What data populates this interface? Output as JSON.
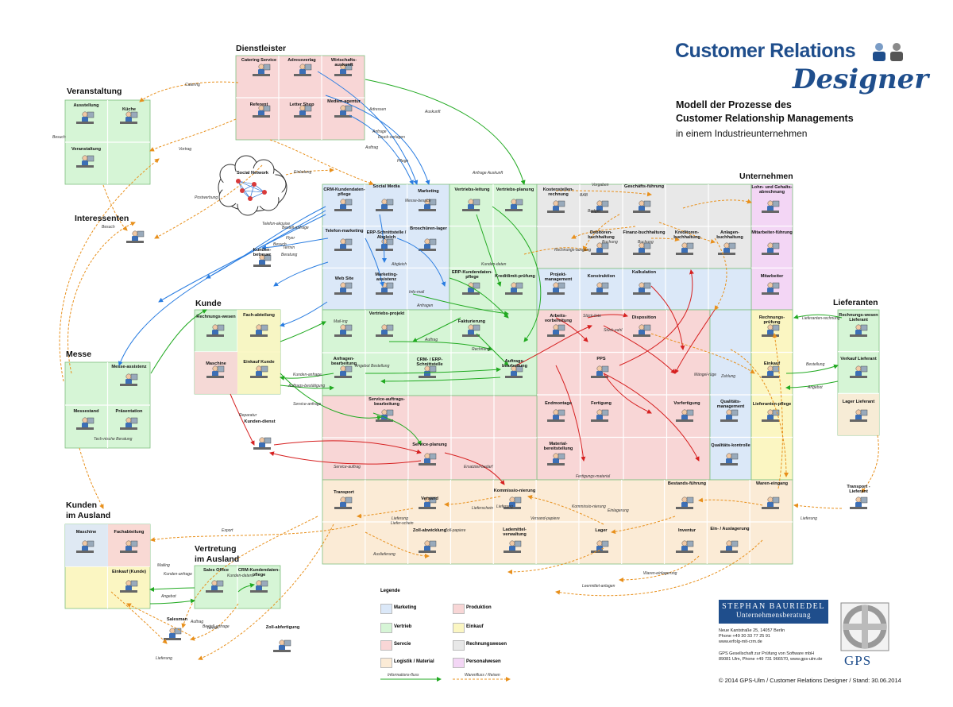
{
  "brand": {
    "line1": "Customer Relations",
    "line2": "Designer",
    "title_line1": "Modell der Prozesse des",
    "title_line2": "Customer Relationship Managements",
    "subtitle": "in einem Industrieunternehmen"
  },
  "groups": {
    "dienstleister": "Dienstleister",
    "veranstaltung": "Veranstaltung",
    "interessenten": "Interessenten",
    "kunde": "Kunde",
    "messe": "Messe",
    "kunden_ausland_1": "Kunden",
    "kunden_ausland_2": "im Ausland",
    "vertretung_1": "Vertretung",
    "vertretung_2": "im Ausland",
    "unternehmen": "Unternehmen",
    "lieferanten": "Lieferanten"
  },
  "cells": {
    "catering": "Catering Service",
    "adressverlag": "Adressverlag",
    "wirtschaftsauskunft": "Wirtschafts-auskunft",
    "referent": "Referent",
    "lettershop": "Letter Shop",
    "medienagentur": "Medien-agentur",
    "ausstellung": "Ausstellung",
    "kueche": "Küche",
    "veranstaltung_cell": "Veranstaltung",
    "social_network": "Social Network",
    "crm_pflege": "CRM-Kundendaten-pflege",
    "social_media": "Social Media",
    "marketing": "Marketing",
    "erp_schnitt": "ERP-Schnittstelle / Abgleich",
    "broschuerenlager": "Broschüren-lager",
    "telefonmarketing": "Telefon-marketing",
    "kundenbetreuer": "Kunden-betreuer",
    "web_site": "Web Site",
    "marketingassistenz": "Marketing-assistenz",
    "vertriebsleitung": "Vertriebs-leitung",
    "vertriebsplanung": "Vertriebs-planung",
    "erp_kundendaten": "ERP-Kundendaten-pflege",
    "kreditlimit": "Kreditlimit-prüfung",
    "kostenstellen": "Kostenstellen-rechnung",
    "geschaeftsfuehrung": "Geschäfts-führung",
    "lohn": "Lohn- und Gehalts-abrechnung",
    "debitoren": "Debitoren-buchhaltung",
    "finanzbuchhaltung": "Finanz-buchhaltung",
    "kreditoren": "Kreditoren-buchhaltung",
    "anlagen": "Anlagen-buchhaltung",
    "mitarbeiterfuehrung": "Mitarbeiter-führung",
    "projektmanagement": "Projekt-management",
    "konstruktion": "Konstruktion",
    "kalkulation": "Kalkulation",
    "mitarbeiter": "Mitarbeiter",
    "rechnungswesen_k": "Rechnungs-wesen",
    "fachabteilung": "Fach-abteilung",
    "maschine_k": "Maschine",
    "einkauf_kunde": "Einkauf Kunde",
    "vertriebsprojekt": "Vertriebs-projekt",
    "fakturierung": "Fakturierung",
    "anfragenbearbeitung": "Anfragen-bearbeitung",
    "crm_erp": "CRM- / ERP-Schnittstelle",
    "auftragsbearbeitung": "Auftrags-bearbeitung",
    "arbeitsvorbereitung": "Arbeits-vorbereitung",
    "disposition": "Disposition",
    "pps": "PPS",
    "endmontage": "Endmontage",
    "fertigung": "Fertigung",
    "vorfertigung": "Vorfertigung",
    "materialbereitstellung": "Material-bereitstellung",
    "qualitaetsmanagement": "Qualitäts-management",
    "qualitaetskontrolle": "Qualitäts-kontrolle",
    "rechnungspruefung": "Rechnungs-prüfung",
    "einkauf": "Einkauf",
    "lieferantenpflege": "Lieferanten-pflege",
    "rechnungswesen_lief": "Rechnungs-wesen Lieferant",
    "verkauf_lieferant": "Verkauf Lieferant",
    "lager_lieferant": "Lager Lieferant",
    "messeassistenz": "Messe-assistenz",
    "messestand": "Messestand",
    "praesentation": "Präsentation",
    "serviceauftrag": "Service-auftrags-bearbeitung",
    "serviceplanung": "Service-planung",
    "kundendienst": "Kunden-dienst",
    "transport": "Transport",
    "versand": "Versand",
    "kommissionierung": "Kommissio-nierung",
    "bestandsfuehrung": "Bestands-führung",
    "wareneingang": "Waren-eingang",
    "zollabwicklung": "Zoll-abwicklung",
    "lademittel": "Lademittel-verwaltung",
    "lager": "Lager",
    "inventur": "Inventur",
    "ein_auslagerung": "Ein- / Auslagerung",
    "transport_lieferant": "Transport - Lieferant",
    "maschine_a": "Maschine",
    "fachabteilung_a": "Fachabteilung",
    "einkauf_kunde_a": "Einkauf (Kunde)",
    "sales_office": "Sales Office",
    "crm_pflege_v": "CRM-Kundendaten-pflege",
    "salesman": "Salesman",
    "zollabfertigung": "Zoll-abfertigung"
  },
  "flows": [
    "Catering",
    "Vortrag",
    "Besuch",
    "Einladung",
    "Postwerbung",
    "Besuch",
    "Adressen",
    "Auskunft",
    "Anfrage",
    "Druck-vorlagen",
    "Auftrag",
    "Anfrage Auskunft",
    "Pflege",
    "Messe-besuch",
    "Telefon-akquise",
    "Bestell-anfrage",
    "Flyer",
    "Besuch",
    "Beratung",
    "Termin",
    "Mail-ing",
    "Kunden-daten",
    "Abgleich",
    "Info-mail",
    "Anfragen",
    "Angebot Bestellung",
    "Auftrag",
    "Kunden-anfrage",
    "Auftrags-bestätigung",
    "Rechnung",
    "Service-anfrage",
    "Reparatur",
    "Service-auftrag",
    "Ersatzteil-bedarf",
    "Budget",
    "BAB",
    "Vorgaben",
    "Rechnungs-ausgang",
    "Buchung",
    "Buchung",
    "Stück-liste",
    "Stück-zahl",
    "Bestellung",
    "Lieferanten-rechnung",
    "Angebot",
    "Lieferung",
    "Mängel-rüge",
    "Zahlung",
    "Fertigungs-material",
    "Einlagerung",
    "Kommissio-nierung",
    "Versand-papiere",
    "Lieferschein",
    "Lieferung",
    "Export",
    "Lieferung",
    "Liefer-schein",
    "Zoll-papiere",
    "Auslieferung",
    "Waren-einlagerung",
    "Leermittel-anlagen",
    "Mailing",
    "Kunden-anfrage",
    "Angebot",
    "Kunden-daten",
    "Bestell-anfrage",
    "Auftrag",
    "Termin",
    "Lieferung",
    "Tech-nische Beratung"
  ],
  "legend": {
    "title": "Legende",
    "items": [
      {
        "label": "Marketing",
        "color": "#dbe8f8"
      },
      {
        "label": "Vertrieb",
        "color": "#d6f5d6"
      },
      {
        "label": "Servcie",
        "color": "#f8d6d6"
      },
      {
        "label": "Logistik / Material",
        "color": "#fbebd6"
      },
      {
        "label": "Produktion",
        "color": "#f8d6d6"
      },
      {
        "label": "Einkauf",
        "color": "#fbf6c2"
      },
      {
        "label": "Rechnungswesen",
        "color": "#e8e8e8"
      },
      {
        "label": "Personalwesen",
        "color": "#f3d6f5"
      }
    ],
    "info_flow": "Informations-fluss",
    "goods_flow": "Warenfluss / Reisen"
  },
  "footer": {
    "sb_line1": "STEPHAN BAURIEDEL",
    "sb_line2": "Unternehmensberatung",
    "addr1": "Neue Kantstraße 25, 14057 Berlin",
    "addr2": "Phone +49 30 33 77 25 91",
    "addr3": "www.erfolg-mit-crm.de",
    "addr4": "GPS Gesellschaft zur Prüfung von Software mbH",
    "addr5": "89081 Ulm, Phone +49 731 966570, www.gps-ulm.de",
    "gps": "GPS",
    "copyright": "© 2014 GPS-Ulm / Customer Relations Designer / Stand: 30.06.2014"
  },
  "colors": {
    "marketing": "#dbe8f8",
    "vertrieb": "#d6f5d6",
    "service": "#f8d6d6",
    "logistik": "#fbebd6",
    "produktion": "#f8d6d6",
    "einkauf": "#fbf6c2",
    "rechnungswesen": "#e8e8e8",
    "personal": "#f3d6f5",
    "info_arrow": "#22aa22",
    "goods_arrow": "#e8901c",
    "brand": "#1f4e8c"
  }
}
